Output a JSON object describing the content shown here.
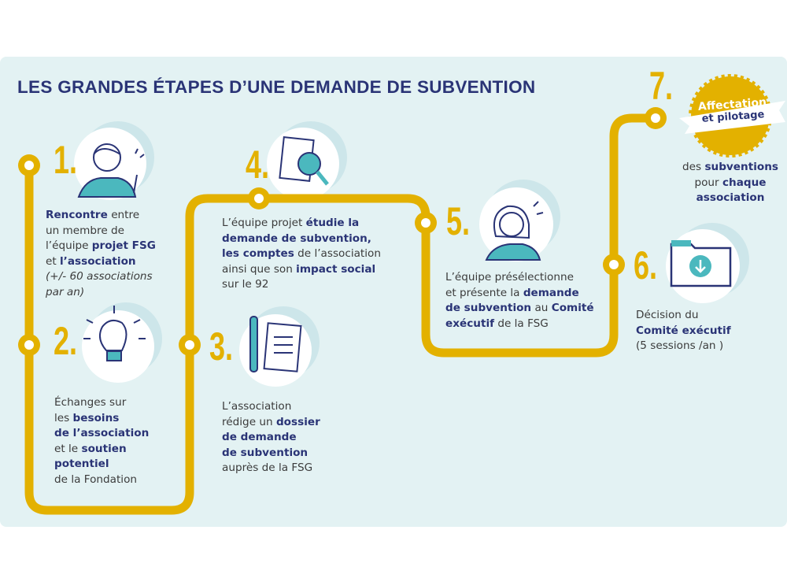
{
  "title": "LES GRANDES ÉTAPES D’UNE DEMANDE DE SUBVENTION",
  "colors": {
    "navy": "#2a3476",
    "yellow": "#e3b100",
    "panel": "#e3f2f3",
    "teal": "#4bb8be"
  },
  "steps": [
    {
      "number": "1.",
      "icon": "woman-pointing-icon",
      "lines": [
        [
          [
            "b",
            "Rencontre"
          ],
          [
            "n",
            " entre"
          ]
        ],
        [
          [
            "n",
            "un membre de"
          ]
        ],
        [
          [
            "n",
            "l’équipe "
          ],
          [
            "b",
            "projet FSG"
          ]
        ],
        [
          [
            "n",
            "et "
          ],
          [
            "b",
            "l’association"
          ]
        ],
        [
          [
            "i",
            "(+/- 60 associations"
          ]
        ],
        [
          [
            "i",
            "par an)"
          ]
        ]
      ]
    },
    {
      "number": "2.",
      "icon": "lightbulb-icon",
      "lines": [
        [
          [
            "n",
            "Échanges sur"
          ]
        ],
        [
          [
            "n",
            "les "
          ],
          [
            "b",
            "besoins"
          ]
        ],
        [
          [
            "b",
            "de l’association"
          ]
        ],
        [
          [
            "n",
            "et le "
          ],
          [
            "b",
            "soutien"
          ]
        ],
        [
          [
            "b",
            "potentiel"
          ]
        ],
        [
          [
            "n",
            "de la Fondation"
          ]
        ]
      ]
    },
    {
      "number": "3.",
      "icon": "pen-document-icon",
      "lines": [
        [
          [
            "n",
            "L’association"
          ]
        ],
        [
          [
            "n",
            "rédige un "
          ],
          [
            "b",
            "dossier"
          ]
        ],
        [
          [
            "b",
            "de demande"
          ]
        ],
        [
          [
            "b",
            "de subvention"
          ]
        ],
        [
          [
            "n",
            "auprès de la FSG"
          ]
        ]
      ]
    },
    {
      "number": "4.",
      "icon": "magnifier-document-icon",
      "lines": [
        [
          [
            "n",
            "L’équipe projet "
          ],
          [
            "b",
            "étudie la"
          ]
        ],
        [
          [
            "b",
            "demande de subvention,"
          ]
        ],
        [
          [
            "b",
            "les comptes"
          ],
          [
            "n",
            " de l’association"
          ]
        ],
        [
          [
            "n",
            "ainsi que son "
          ],
          [
            "b",
            "impact social"
          ]
        ],
        [
          [
            "n",
            "sur le 92"
          ]
        ]
      ]
    },
    {
      "number": "5.",
      "icon": "woman-presenting-icon",
      "lines": [
        [
          [
            "n",
            "L’équipe présélectionne"
          ]
        ],
        [
          [
            "n",
            "et présente la "
          ],
          [
            "b",
            "demande"
          ]
        ],
        [
          [
            "b",
            "de subvention"
          ],
          [
            "n",
            " au "
          ],
          [
            "b",
            "Comité"
          ]
        ],
        [
          [
            "b",
            "exécutif"
          ],
          [
            "n",
            " de la FSG"
          ]
        ]
      ]
    },
    {
      "number": "6.",
      "icon": "folder-download-icon",
      "lines": [
        [
          [
            "n",
            "Décision du"
          ]
        ],
        [
          [
            "b",
            "Comité exécutif"
          ]
        ],
        [
          [
            "n",
            "(5 sessions /an )"
          ]
        ]
      ]
    },
    {
      "number": "7.",
      "icon": "seal-badge-icon",
      "badge_line1": "Affectation",
      "badge_line2": "et pilotage",
      "lines": [
        [
          [
            "n",
            "des "
          ],
          [
            "b",
            "subventions"
          ]
        ],
        [
          [
            "n",
            "pour "
          ],
          [
            "b",
            "chaque"
          ]
        ],
        [
          [
            "b",
            "association"
          ]
        ]
      ]
    }
  ]
}
